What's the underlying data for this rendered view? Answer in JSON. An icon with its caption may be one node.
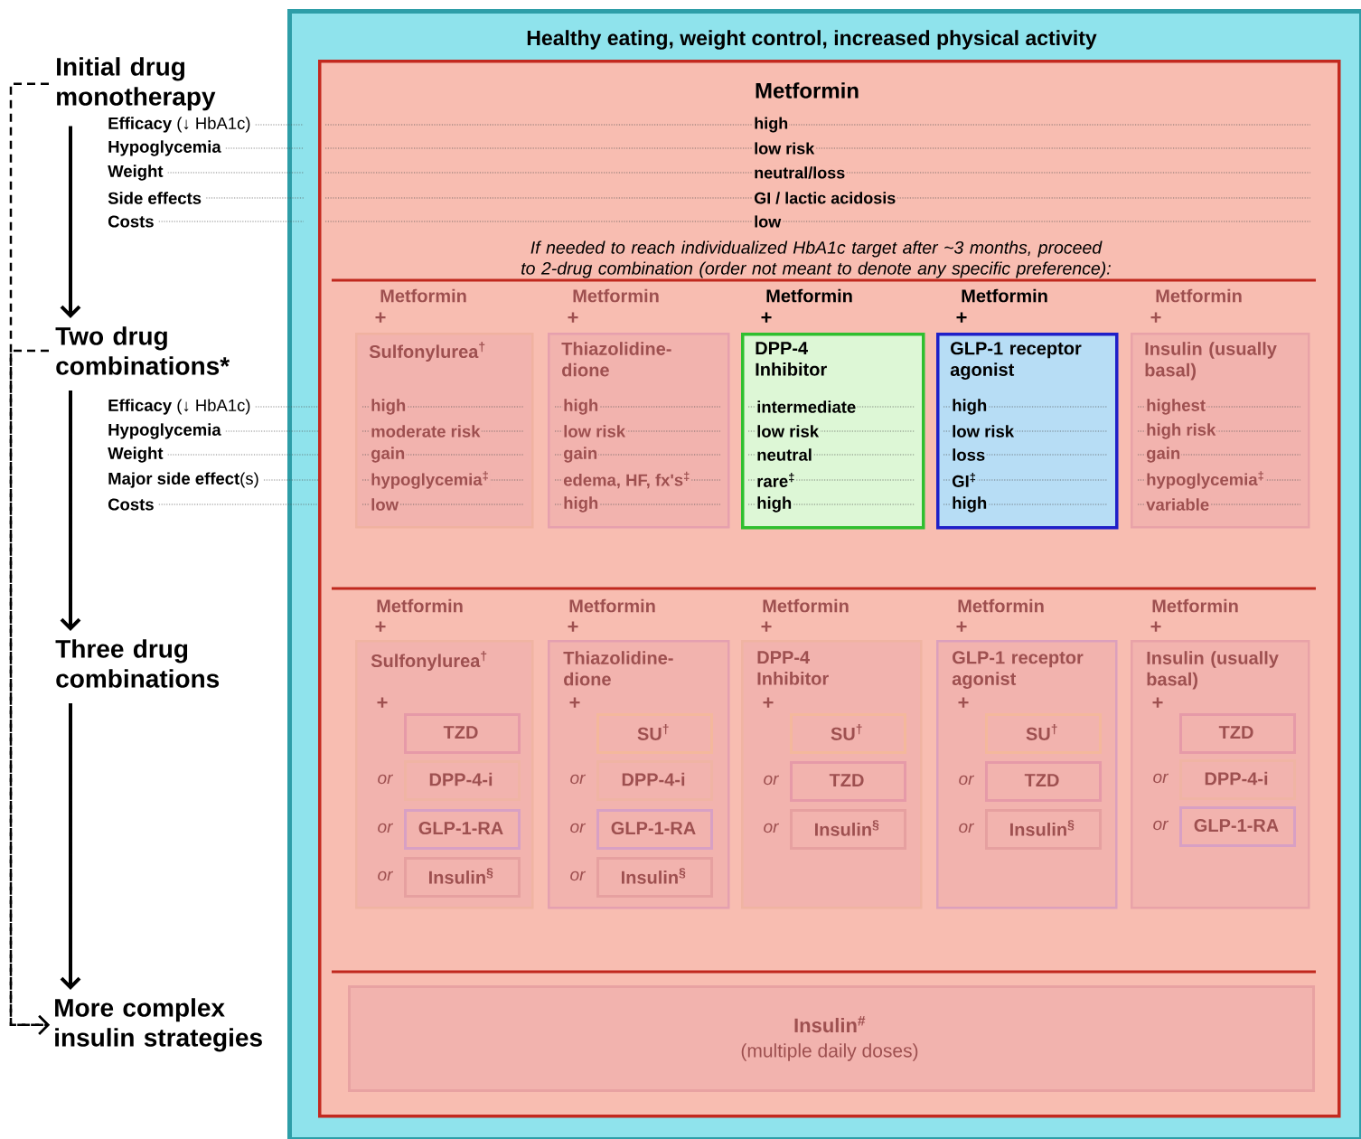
{
  "diagram": {
    "nodes": [
      {
        "text": [
          "Initial drug monotherapy"
        ]
      },
      {
        "text": [
          "Two drug combinations*"
        ]
      },
      {
        "text": [
          "Three drug combinations"
        ]
      },
      {
        "text": [
          "More complex insulin strategies"
        ]
      },
      {
        "text": [
          "Healthy eating, weight control, increased physical activity"
        ]
      },
      {
        "text": [
          "Metformin",
          "high",
          "low risk",
          "neutral/loss",
          "GI / lactic acidosis",
          "low",
          "If needed to reach individualized HbA1c target after ~3 months, proceed to 2-drug combination (order not meant to denote any specific preference):"
        ],
        "in": 4
      },
      {
        "text": [
          "Metformin",
          "+",
          "Sulfonylurea$^{†}$",
          "high",
          "moderate risk",
          "gain",
          "hypoglycemia$^{‡}$",
          "low"
        ],
        "in": 5
      },
      {
        "text": [
          "Metformin",
          "+",
          "Thiazolidine-dione",
          "high",
          "low risk",
          "gain",
          "edema, HF, fx's$^{‡}$",
          "high"
        ],
        "in": 5
      },
      {
        "text": [
          "Metformin",
          "+",
          "DPP-4 Inhibitor",
          "intermediate",
          "low risk",
          "neutral",
          "rare$^{‡}$",
          "high"
        ],
        "in": 5
      },
      {
        "text": [
          "Metformin",
          "+",
          "GLP-1 receptor agonist",
          "high",
          "low risk",
          "loss",
          "GI$^{‡}$",
          "high"
        ],
        "in": 5
      },
      {
        "text": [
          "Metformin",
          "+",
          "Insulin (usually basal)",
          "highest",
          "high risk",
          "gain",
          "hypoglycemia$^{‡}$",
          "variable"
        ],
        "in": 5
      },
      {
        "text": [
          "Metformin",
          "+",
          "Sulfonylurea$^{†}$",
          "+"
        ],
        "in": 5
      },
      {
        "text": [
          "Metformin",
          "+",
          "Thiazolidine-dione",
          "+"
        ],
        "in": 5
      },
      {
        "text": [
          "Metformin",
          "+",
          "DPP-4 Inhibitor",
          "+"
        ],
        "in": 5
      },
      {
        "text": [
          "Metformin",
          "+",
          "GLP-1 receptor agonist",
          "+"
        ],
        "in": 5
      },
      {
        "text": [
          "Metformin",
          "+",
          "Insulin (usually basal)",
          "+"
        ],
        "in": 5
      },
      {
        "text": [
          "TZD"
        ],
        "in": 11
      },
      {
        "text": [
          "DPP-4-i"
        ],
        "beside": [
          "or"
        ],
        "in": 11
      },
      {
        "text": [
          "GLP-1-RA"
        ],
        "beside": [
          "or"
        ],
        "in": 11
      },
      {
        "text": [
          "Insulin$^{§}$"
        ],
        "beside": [
          "or"
        ],
        "in": 11
      },
      {
        "text": [
          "SU$^{†}$"
        ],
        "in": 12
      },
      {
        "text": [
          "DPP-4-i"
        ],
        "beside": [
          "or"
        ],
        "in": 12
      },
      {
        "text": [
          "GLP-1-RA"
        ],
        "beside": [
          "or"
        ],
        "in": 12
      },
      {
        "text": [
          "Insulin$^{§}$"
        ],
        "beside": [
          "or"
        ],
        "in": 12
      },
      {
        "text": [
          "SU$^{†}$"
        ],
        "in": 13
      },
      {
        "text": [
          "TZD"
        ],
        "beside": [
          "or"
        ],
        "in": 13
      },
      {
        "text": [
          "Insulin$^{§}$"
        ],
        "beside": [
          "or"
        ],
        "in": 13
      },
      {
        "text": [
          "SU$^{†}$"
        ],
        "in": 14
      },
      {
        "text": [
          "TZD"
        ],
        "beside": [
          "or"
        ],
        "in": 14
      },
      {
        "text": [
          "Insulin$^{§}$"
        ],
        "beside": [
          "or"
        ],
        "in": 14
      },
      {
        "text": [
          "TZD"
        ],
        "in": 15
      },
      {
        "text": [
          "DPP-4-i"
        ],
        "beside": [
          "or"
        ],
        "in": 15
      },
      {
        "text": [
          "GLP-1-RA"
        ],
        "beside": [
          "or"
        ],
        "in": 15
      },
      {
        "text": [
          "Insulin$^{#}$",
          "(multiple daily doses)"
        ],
        "in": 5
      }
    ],
    "edges": [
      {
        "from": 0,
        "to": 1,
        "arrow": "to"
      },
      {
        "from": 1,
        "to": 2,
        "arrow": "to"
      },
      {
        "from": 2,
        "to": 3,
        "arrow": "to"
      },
      {
        "from": 0,
        "to": 3,
        "arrow": "to",
        "style": "dashed"
      },
      {
        "from": 1,
        "to": 3,
        "arrow": "to",
        "style": "dashed"
      }
    ],
    "labels": [
      "**Efficacy** (↓ HbA1c)",
      "Hypoglycemia",
      "Weight",
      "Side effects",
      "Costs",
      "**Efficacy** (↓ HbA1c)",
      "Hypoglycemia",
      "Weight",
      "**Major side effect**(s)",
      "Costs"
    ]
  }
}
